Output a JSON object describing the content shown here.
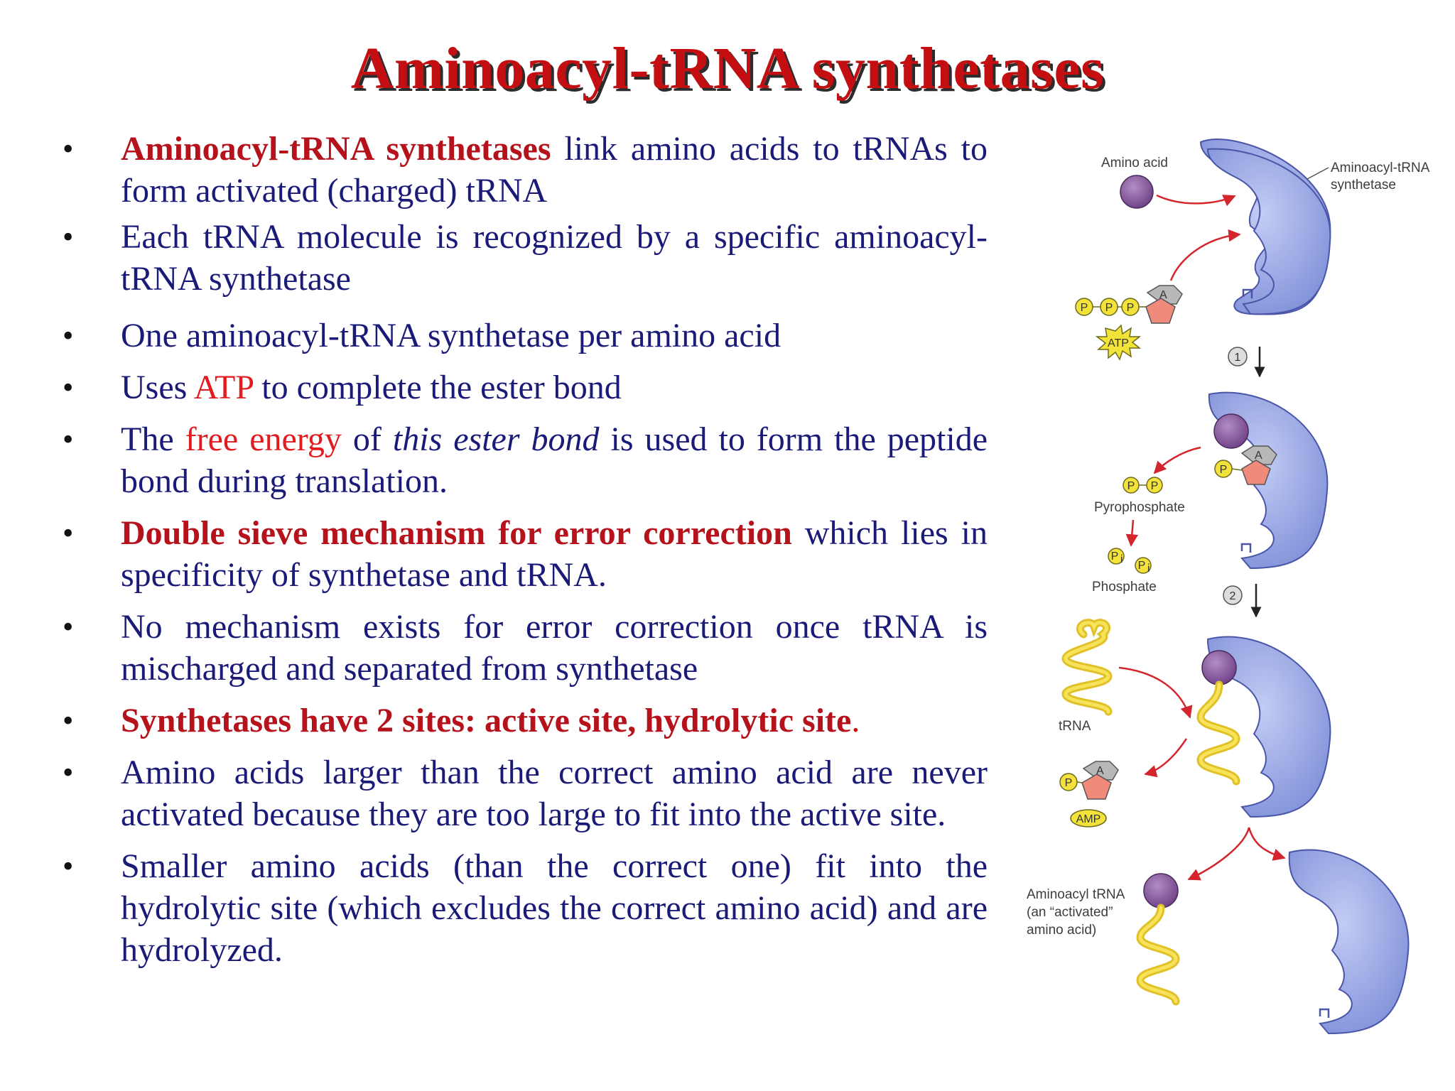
{
  "title": "Aminoacyl-tRNA synthetases",
  "bullets": [
    {
      "a": "Aminoacyl-tRNA synthetases",
      "b": " link amino acids to tRNAs to form activated (charged) tRNA"
    },
    {
      "a": "Each tRNA molecule is recognized by a specific aminoacyl-tRNA synthetase"
    },
    {
      "a": "One aminoacyl-tRNA synthetase per amino acid"
    },
    {
      "a": "Uses ",
      "b": "ATP",
      "c": " to complete the ester bond"
    },
    {
      "a": "The ",
      "b": "free energy",
      "c": " of ",
      "d": "this ester  bond",
      "e": " is used to form the peptide bond during translation."
    },
    {
      "a": "Double sieve mechanism for error correction",
      "b": " which lies in specificity of synthetase and tRNA."
    },
    {
      "a": "No mechanism exists for error correction once tRNA is mischarged and separated from synthetase"
    },
    {
      "a": "Synthetases have 2 sites: active site, hydrolytic site",
      "b": "."
    },
    {
      "a": "Amino acids larger than the correct amino acid are never activated because they are too large to fit into the active site."
    },
    {
      "a": " Smaller amino acids (than the correct one) fit into the hydrolytic site (which excludes the correct amino acid) and are hydrolyzed."
    }
  ],
  "diagram": {
    "amino_acid": "Amino acid",
    "synthetase_line1": "Aminoacyl-tRNA",
    "synthetase_line2": "synthetase",
    "atp": "ATP",
    "p": "P",
    "a": "A",
    "pi": "P",
    "pi_sub": "i",
    "step1": "1",
    "step2": "2",
    "pyrophosphate": "Pyrophosphate",
    "phosphate": "Phosphate",
    "trna": "tRNA",
    "amp": "AMP",
    "aminoacyl_line1": "Aminoacyl tRNA",
    "aminoacyl_line2": "(an “activated”",
    "aminoacyl_line3": "amino acid)"
  },
  "colors": {
    "title": "#c40f12",
    "title_shadow": "#2c2c2c",
    "body_text": "#1a1a78",
    "highlight_red": "#b5121b",
    "enzyme_fill": "#97a6e6",
    "enzyme_stroke": "#4a55a8",
    "amino_acid": "#8a5fa0",
    "phosphate": "#f2e23a",
    "trna": "#f0d42c",
    "adenine": "#b8b8b8",
    "ribose": "#f08a7a",
    "arrow": "#d4242c"
  }
}
